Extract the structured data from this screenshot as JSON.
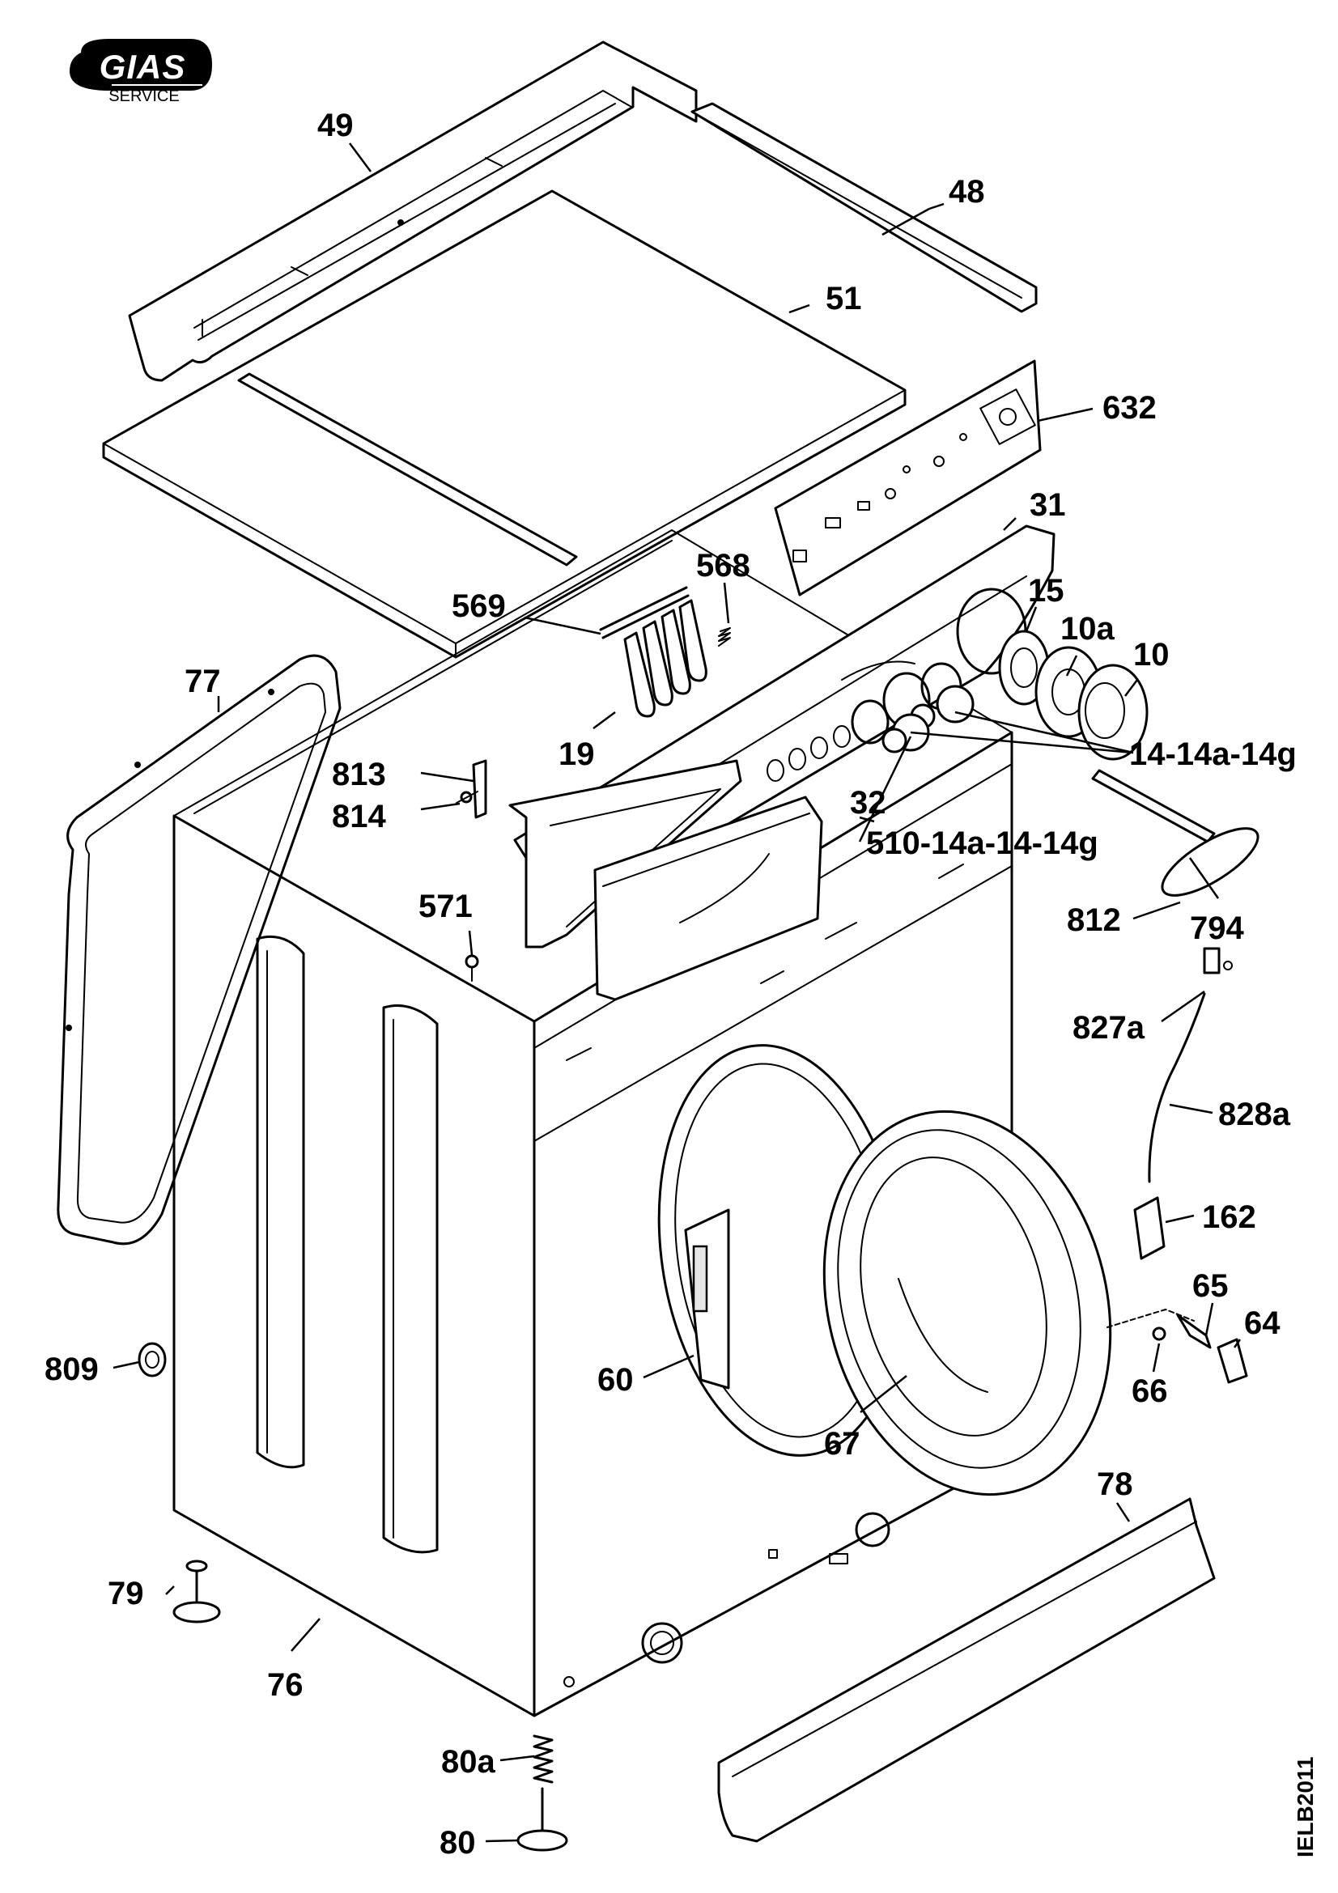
{
  "logo": {
    "brand": "GIAS",
    "sub": "SERVICE"
  },
  "code": "IELB2011",
  "parts": {
    "p49": "49",
    "p48": "48",
    "p51": "51",
    "p632": "632",
    "p31": "31",
    "p568": "568",
    "p569": "569",
    "p15": "15",
    "p10a": "10a",
    "p10": "10",
    "p77": "77",
    "p19": "19",
    "p14": "14-14a-14g",
    "p813": "813",
    "p814": "814",
    "p32": "32",
    "p510": "510-14a-14-14g",
    "p571": "571",
    "p812": "812",
    "p794": "794",
    "p827a": "827a",
    "p828a": "828a",
    "p162": "162",
    "p65": "65",
    "p64": "64",
    "p809": "809",
    "p60": "60",
    "p66": "66",
    "p67": "67",
    "p78": "78",
    "p79": "79",
    "p76": "76",
    "p80a": "80a",
    "p80": "80"
  }
}
